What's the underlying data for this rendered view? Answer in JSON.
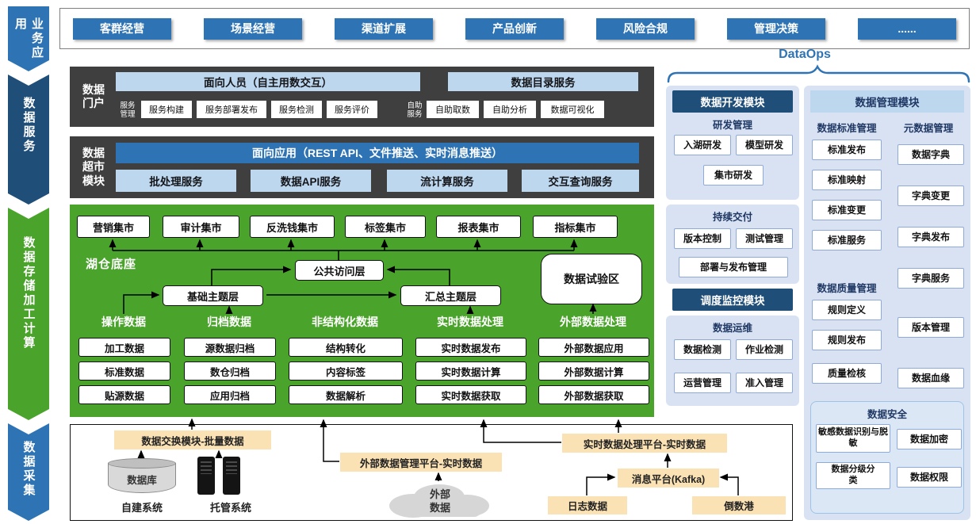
{
  "colors": {
    "accent_blue": "#2e74b5",
    "dark_navy": "#1f4e79",
    "green": "#4aa32a",
    "light_blue": "#bdd7ee",
    "panel_blue": "#d9e2f3",
    "tan": "#fbe2b4",
    "dark_gray": "#3f3f3f"
  },
  "sidebar": {
    "items": [
      {
        "label": "业务应用"
      },
      {
        "label": "数据服务"
      },
      {
        "label": "数据存储加工计算"
      },
      {
        "label": "数据采集"
      }
    ]
  },
  "business_apps": {
    "items": [
      "客群经营",
      "场景经营",
      "渠道扩展",
      "产品创新",
      "风险合规",
      "管理决策",
      "......"
    ]
  },
  "data_portal": {
    "title": "数据门户",
    "person_bar": "面向人员（自主用数交互）",
    "catalog_bar": "数据目录服务",
    "service_group": "服务管理",
    "service_items": [
      "服务构建",
      "服务部署发布",
      "服务检测",
      "服务评价"
    ],
    "self_group": "自助服务",
    "self_items": [
      "自助取数",
      "自助分析",
      "数据可视化"
    ]
  },
  "data_supermarket": {
    "title": "数据超市模块",
    "app_bar": "面向应用（REST API、文件推送、实时消息推送）",
    "services": [
      "批处理服务",
      "数据API服务",
      "流计算服务",
      "交互查询服务"
    ]
  },
  "storage": {
    "marts": [
      "营销集市",
      "审计集市",
      "反洗钱集市",
      "标签集市",
      "报表集市",
      "指标集市"
    ],
    "lake_label": "湖仓底座",
    "public_access": "公共访问层",
    "base_layer": "基础主题层",
    "summary_layer": "汇总主题层",
    "sandbox": "数据试验区",
    "columns": [
      {
        "title": "操作数据",
        "items": [
          "加工数据",
          "标准数据",
          "贴源数据"
        ]
      },
      {
        "title": "归档数据",
        "items": [
          "源数据归档",
          "数仓归档",
          "应用归档"
        ]
      },
      {
        "title": "非结构化数据",
        "items": [
          "结构转化",
          "内容标签",
          "数据解析"
        ]
      },
      {
        "title": "实时数据处理",
        "items": [
          "实时数据发布",
          "实时数据计算",
          "实时数据获取"
        ]
      },
      {
        "title": "外部数据处理",
        "items": [
          "外部数据应用",
          "外部数据计算",
          "外部数据获取"
        ]
      }
    ]
  },
  "collection": {
    "batch_exchange": "数据交换模块-批量数据",
    "database": "数据库",
    "self_built": "自建系统",
    "hosted": "托管系统",
    "external_mgmt": "外部数据管理平台-实时数据",
    "external_data": "外部数据",
    "realtime_platform": "实时数据处理平台-实时数据",
    "kafka": "消息平台(Kafka)",
    "log_data": "日志数据",
    "harbor": "倒数港"
  },
  "dataops": {
    "label": "DataOps",
    "dev_module": {
      "title": "数据开发模块",
      "rd_section": {
        "title": "研发管理",
        "items": [
          "入湖研发",
          "模型研发",
          "集市研发"
        ]
      },
      "cd_section": {
        "title": "持续交付",
        "items": [
          "版本控制",
          "测试管理",
          "部署与发布管理"
        ]
      }
    },
    "monitor_module": {
      "title": "调度监控模块",
      "ops_section": {
        "title": "数据运维",
        "items": [
          "数据检测",
          "作业检测",
          "运营管理",
          "准入管理"
        ]
      }
    },
    "mgmt_module": {
      "title": "数据管理模块",
      "standard_section": {
        "title": "数据标准管理",
        "items": [
          "标准发布",
          "标准映射",
          "标准变更",
          "标准服务"
        ]
      },
      "metadata_section": {
        "title": "元数据管理",
        "items": [
          "数据字典",
          "字典变更",
          "字典发布",
          "字典服务",
          "版本管理",
          "数据血缘"
        ]
      },
      "quality_section": {
        "title": "数据质量管理",
        "items": [
          "规则定义",
          "规则发布",
          "质量检核"
        ]
      },
      "security_section": {
        "title": "数据安全",
        "items": [
          "敏感数据识别与脱敏",
          "数据加密",
          "数据分级分类",
          "数据权限"
        ]
      }
    }
  },
  "icons": {
    "database": "cylinder",
    "hosted": "server-towers",
    "external_data": "cloud"
  }
}
